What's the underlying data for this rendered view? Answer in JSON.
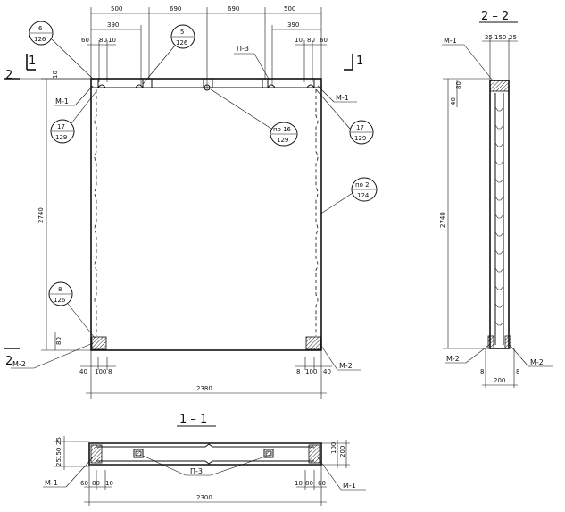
{
  "front_view": {
    "dims_top": [
      "500",
      "690",
      "690",
      "500"
    ],
    "dim_390_left": "390",
    "dim_390_right": "390",
    "dims_small_left": [
      "60",
      "80",
      "10"
    ],
    "dims_small_right": [
      "10",
      "80",
      "60"
    ],
    "dim_height": "2740",
    "dim_width": "2380",
    "dim_top_small": "10",
    "dim_bottom_small": "80",
    "dims_bottom_left": [
      "40",
      "100",
      "8"
    ],
    "dims_bottom_right": [
      "8",
      "100",
      "40"
    ],
    "section_mark_1_left": "1",
    "section_mark_1_right": "1",
    "section_mark_2_top": "2",
    "section_mark_2_bottom": "2",
    "labels": {
      "m1_left": "М-1",
      "m1_right": "М-1",
      "m2_left": "М-2",
      "m2_right": "М-2",
      "p3": "П-3"
    },
    "callouts": [
      {
        "top": "6",
        "bottom": "126"
      },
      {
        "top": "5",
        "bottom": "126"
      },
      {
        "top": "17",
        "bottom": "129"
      },
      {
        "top": "по 16",
        "bottom": "129"
      },
      {
        "top": "17",
        "bottom": "129"
      },
      {
        "top": "по 2",
        "bottom": "124"
      },
      {
        "top": "8",
        "bottom": "126"
      }
    ]
  },
  "section_2_2": {
    "title": "2 – 2",
    "dims_top": [
      "25",
      "150",
      "25"
    ],
    "dim_height": "2740",
    "dim_side": "40",
    "dim_side2": "80",
    "dim_width": "200",
    "dims_bottom": [
      "8",
      "8"
    ],
    "labels": {
      "m1": "М-1",
      "m2_left": "М-2",
      "m2_right": "М-2"
    }
  },
  "section_1_1": {
    "title": "1 – 1",
    "dims_left": [
      "25",
      "150",
      "25"
    ],
    "dims_right": [
      "100",
      "200"
    ],
    "dims_bottom_left": [
      "60",
      "80",
      "10"
    ],
    "dims_bottom_right": [
      "10",
      "80",
      "60"
    ],
    "dim_width": "2300",
    "labels": {
      "m1_left": "М-1",
      "m1_right": "М-1",
      "p3": "П-3"
    }
  }
}
